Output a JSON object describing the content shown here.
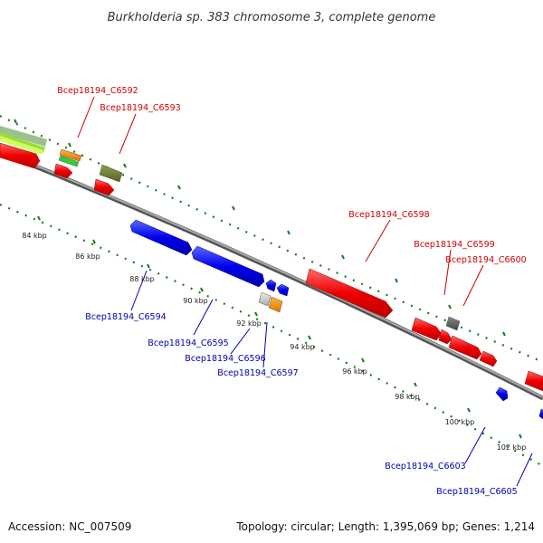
{
  "title": "Burkholderia sp. 383 chromosome 3, complete genome",
  "footer": {
    "accession": "Accession: NC_007509",
    "summary": "Topology: circular; Length: 1,395,069 bp; Genes: 1,214"
  },
  "colors": {
    "forward_label": "#cc0000",
    "reverse_label": "#0000aa",
    "tick": "#1a7a1a",
    "backbone": "#777777"
  },
  "kbp_labels": [
    "84 kbp",
    "86 kbp",
    "88 kbp",
    "90 kbp",
    "92 kbp",
    "94 kbp",
    "96 kbp",
    "98 kbp",
    "100 kbp",
    "102 kbp"
  ],
  "forward_labels": [
    "Bcep18194_C6592",
    "Bcep18194_C6593",
    "Bcep18194_C6598",
    "Bcep18194_C6599",
    "Bcep18194_C6600"
  ],
  "reverse_labels": [
    "Bcep18194_C6594",
    "Bcep18194_C6595",
    "Bcep18194_C6596",
    "Bcep18194_C6597",
    "Bcep18194_C6603",
    "Bcep18194_C6605"
  ]
}
